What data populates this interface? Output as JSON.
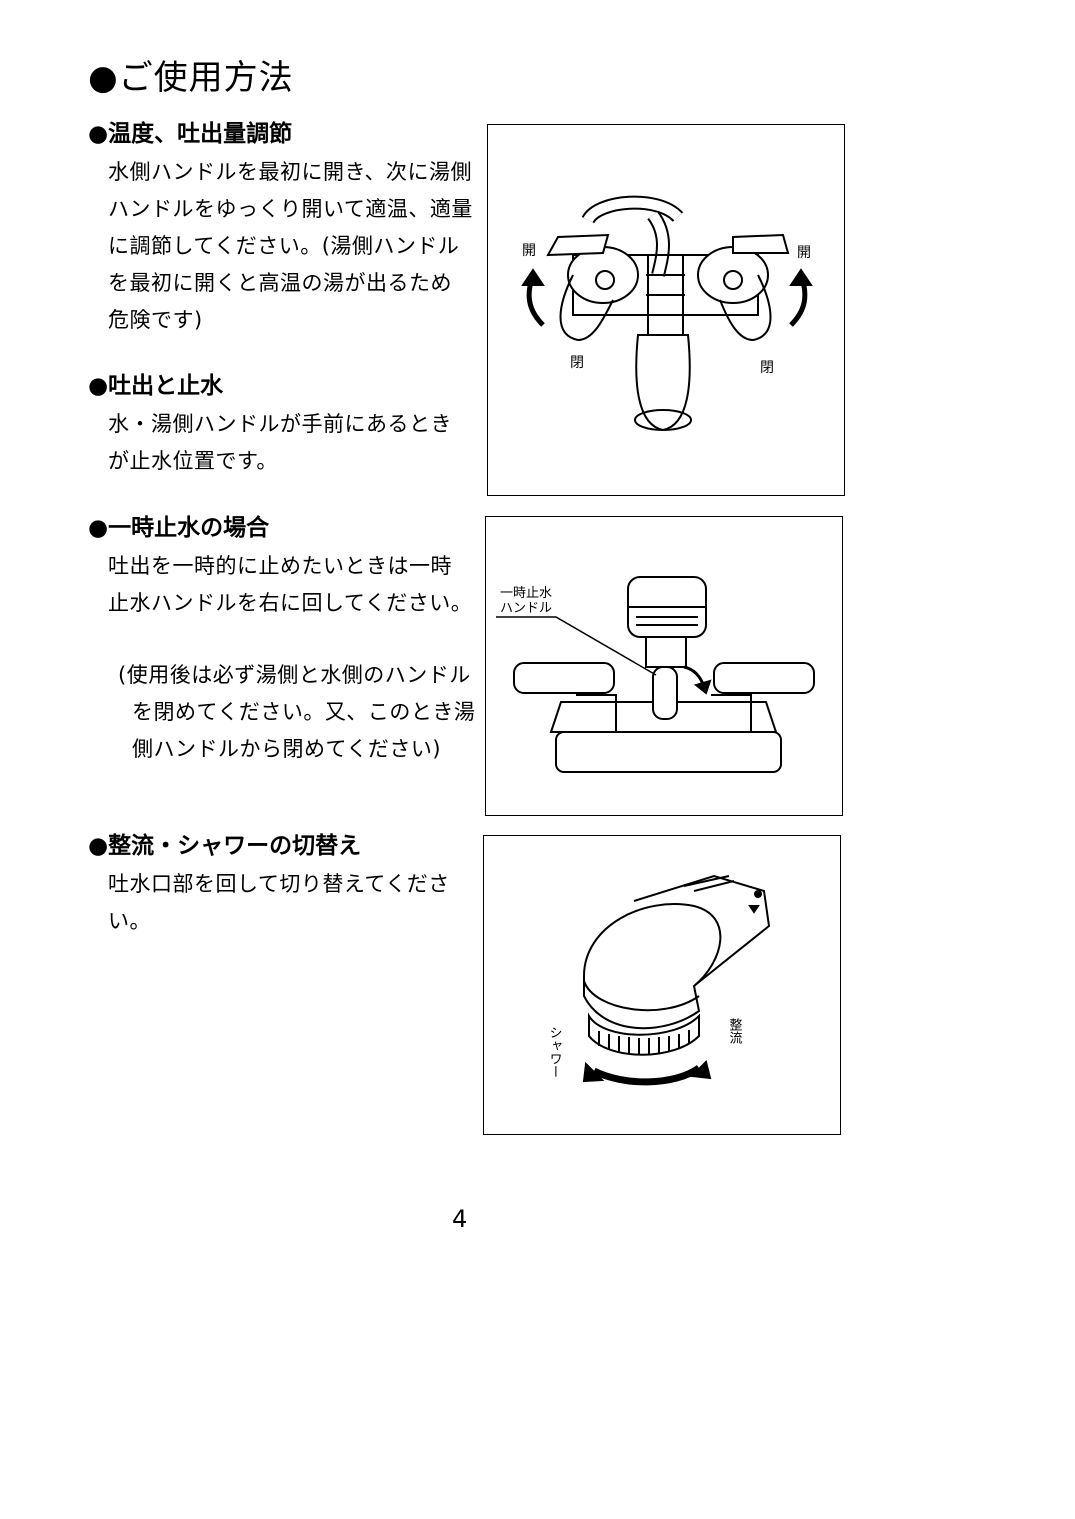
{
  "page": {
    "title": "●ご使用方法",
    "page_number": "4"
  },
  "sections": [
    {
      "title": "●温度、吐出量調節",
      "body": "水側ハンドルを最初に開き、次に湯側ハンドルをゆっくり開いて適温、適量に調節してください。(湯側ハンドルを最初に開くと高温の湯が出るため危険です)"
    },
    {
      "title": "●吐出と止水",
      "body": "水・湯側ハンドルが手前にあるときが止水位置です。"
    },
    {
      "title": "●一時止水の場合",
      "body": "吐出を一時的に止めたいときは一時止水ハンドルを右に回してください。",
      "note": "(使用後は必ず湯側と水側のハンドルを閉めてください。又、このとき湯側ハンドルから閉めてください)"
    },
    {
      "title": "●整流・シャワーの切替え",
      "body": "吐水口部を回して切り替えてください。"
    }
  ],
  "figures": {
    "fig1": {
      "open_left": "開",
      "open_right": "開",
      "close_left": "閉",
      "close_right": "閉"
    },
    "fig2": {
      "label_line1": "一時止水",
      "label_line2": "ハンドル"
    },
    "fig3": {
      "shower": "シャワー",
      "straight": "整流"
    }
  }
}
